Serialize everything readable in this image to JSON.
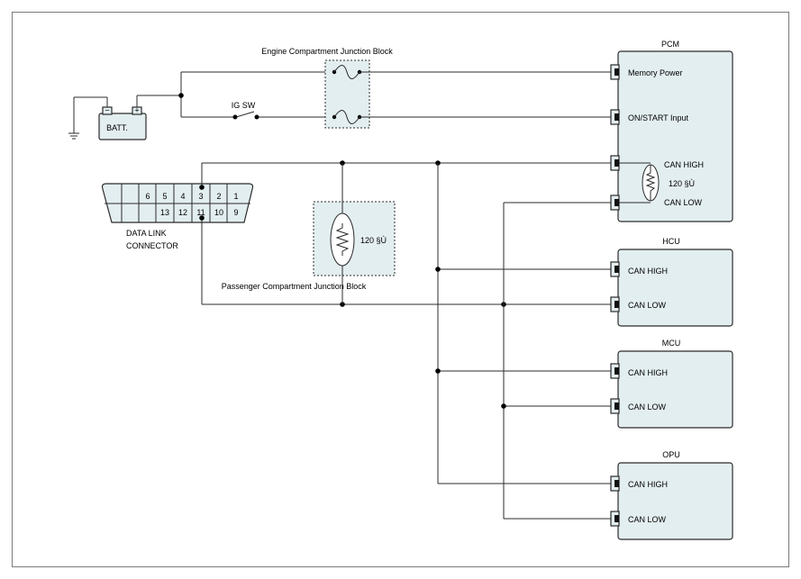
{
  "battery": {
    "label": "BATT.",
    "neg": "−",
    "pos": "+"
  },
  "ig_switch": {
    "label": "IG SW"
  },
  "engine_jb": {
    "label": "Engine Compartment Junction Block"
  },
  "passenger_jb": {
    "label": "Passenger Compartment Junction Block",
    "resistor": "120 §Ù"
  },
  "dlc": {
    "label_line1": "DATA LINK",
    "label_line2": "CONNECTOR",
    "pins_top": [
      "6",
      "5",
      "4",
      "3",
      "2",
      "1"
    ],
    "pins_bottom": [
      "13",
      "12",
      "11",
      "10",
      "9"
    ]
  },
  "pcm": {
    "title": "PCM",
    "memory_power": "Memory Power",
    "on_start": "ON/START Input",
    "can_high": "CAN HIGH",
    "can_low": "CAN LOW",
    "resistor": "120 §Ù"
  },
  "hcu": {
    "title": "HCU",
    "can_high": "CAN HIGH",
    "can_low": "CAN LOW"
  },
  "mcu": {
    "title": "MCU",
    "can_high": "CAN HIGH",
    "can_low": "CAN LOW"
  },
  "opu": {
    "title": "OPU",
    "can_high": "CAN HIGH",
    "can_low": "CAN LOW"
  }
}
